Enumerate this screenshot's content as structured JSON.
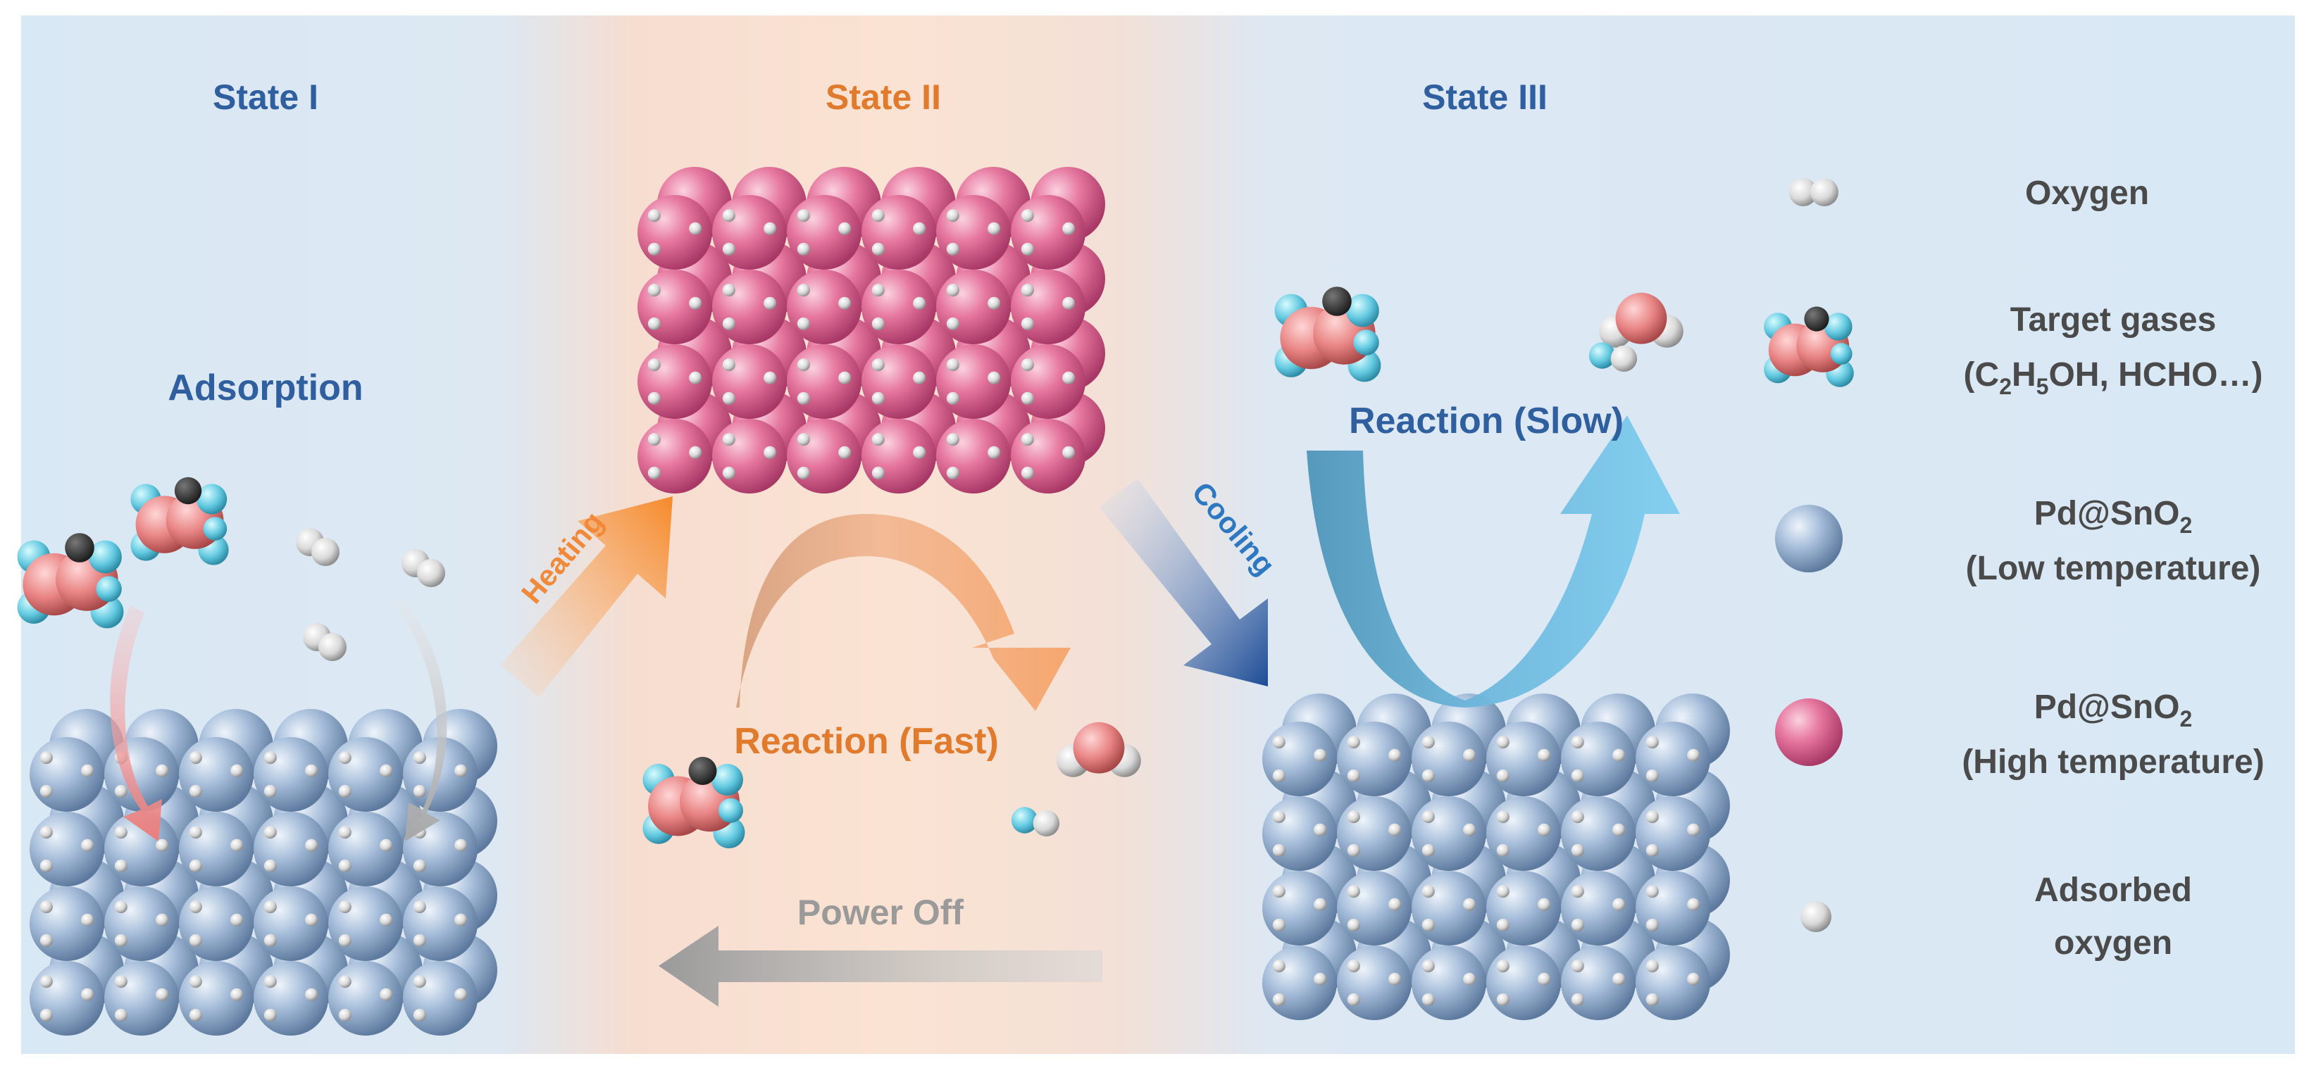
{
  "states": {
    "state1": "State I",
    "state2": "State II",
    "state3": "State III"
  },
  "labels": {
    "adsorption": "Adsorption",
    "heating": "Heating",
    "cooling": "Cooling",
    "reaction_fast": "Reaction (Fast)",
    "reaction_slow": "Reaction (Slow)",
    "power_off": "Power Off"
  },
  "legend": {
    "oxygen": "Oxygen",
    "target_gases_line1": "Target gases",
    "target_gases_line2_a": "(C",
    "target_gases_sub1": "2",
    "target_gases_line2_b": "H",
    "target_gases_sub2": "5",
    "target_gases_line2_c": "OH, HCHO…)",
    "pd_low_line1_a": "Pd@SnO",
    "pd_low_sub": "2",
    "pd_low_line2": "(Low temperature)",
    "pd_high_line1_a": "Pd@SnO",
    "pd_high_sub": "2",
    "pd_high_line2": "(High temperature)",
    "ads_oxygen_line1": "Adsorbed",
    "ads_oxygen_line2": "oxygen"
  },
  "colors": {
    "panel_blue": "#d8e8f5",
    "title_blue": "#2f5f9e",
    "title_orange": "#e07b2d",
    "text_gray": "#4a4a4a",
    "sphere_blue": "#9fb6d3",
    "sphere_pink": "#e06c94",
    "fast_arrow": "#f4a06a",
    "slow_arrow": "#63b4e6",
    "power_off": "#a8a8a8"
  }
}
